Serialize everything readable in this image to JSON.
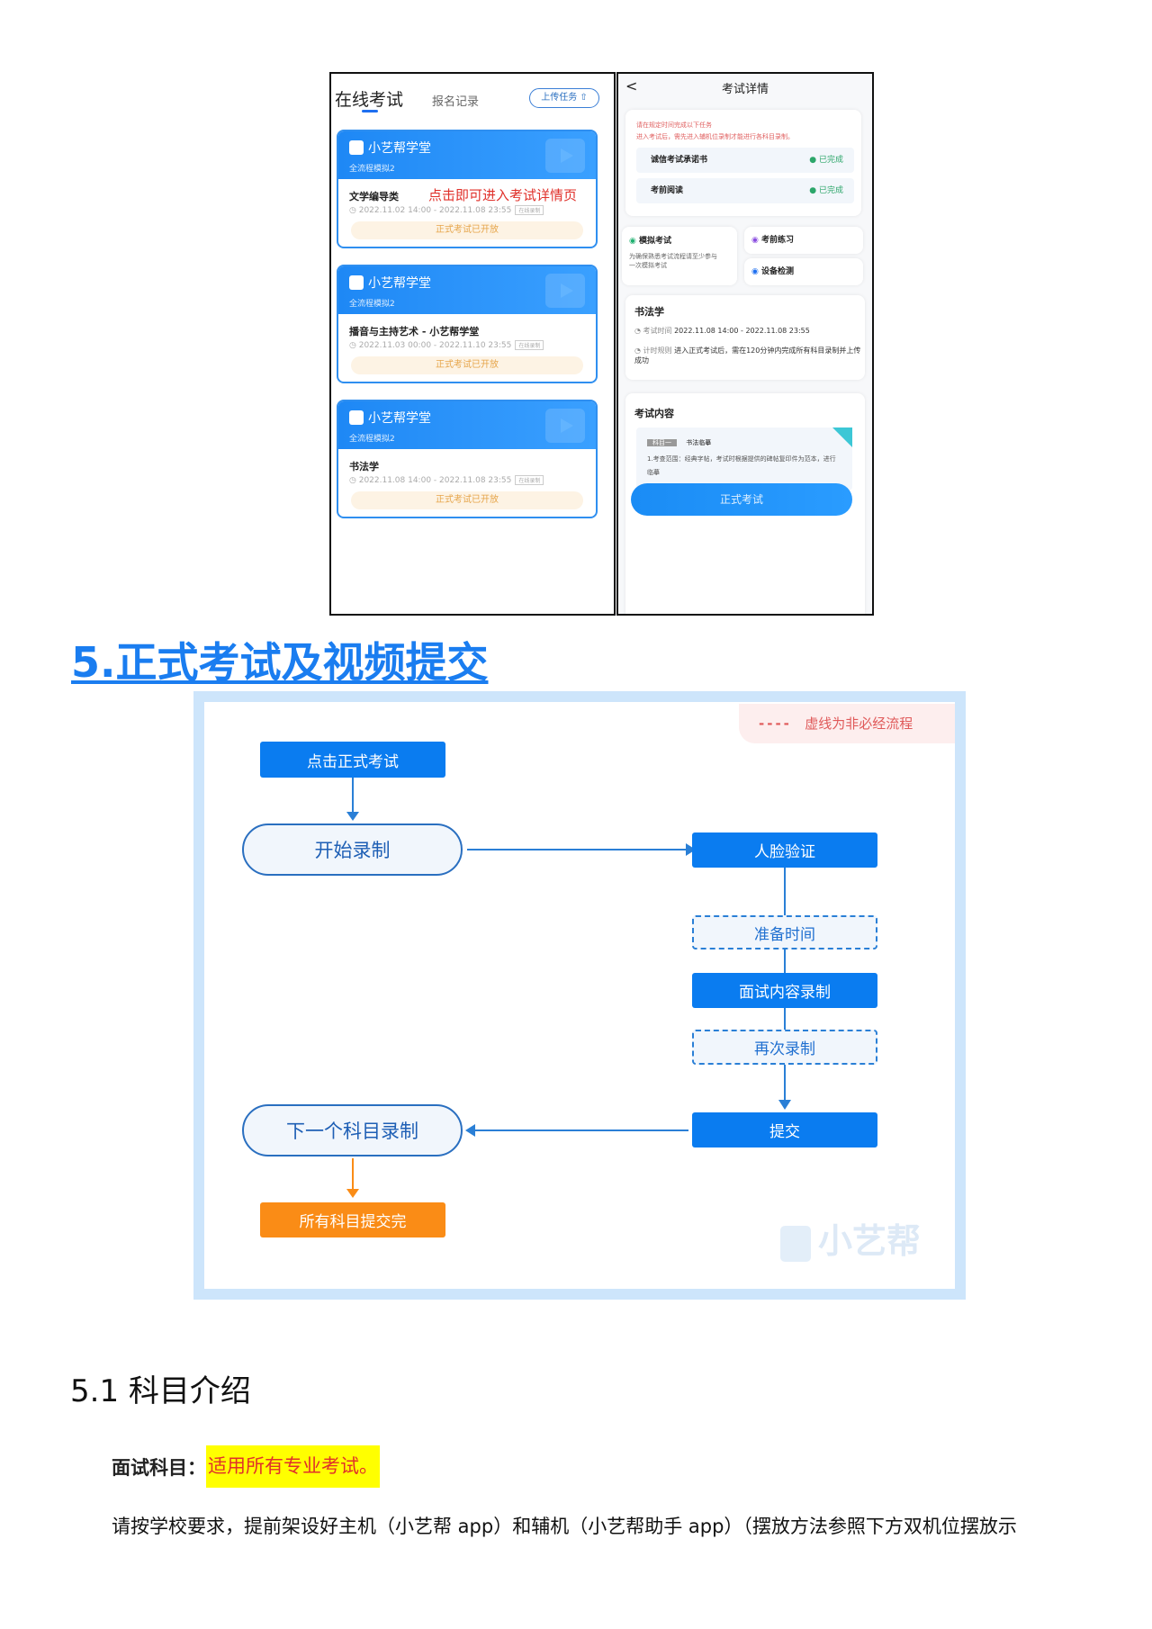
{
  "left_screen": {
    "tab_active": "在线考试",
    "tab_other": "报名记录",
    "upload_button": "上传任务",
    "annotation": "点击即可进入考试详情页",
    "cards": [
      {
        "brand": "小艺帮学堂",
        "subtitle": "全流程模拟2",
        "name": "文学编导类",
        "time": "2022.11.02 14:00 - 2022.11.08 23:55",
        "tag": "在线录制",
        "status": "正式考试已开放"
      },
      {
        "brand": "小艺帮学堂",
        "subtitle": "全流程模拟2",
        "name": "播音与主持艺术 - 小艺帮学堂",
        "time": "2022.11.03 00:00 - 2022.11.10 23:55",
        "tag": "在线录制",
        "status": "正式考试已开放"
      },
      {
        "brand": "小艺帮学堂",
        "subtitle": "全流程模拟2",
        "name": "书法学",
        "time": "2022.11.08 14:00 - 2022.11.08 23:55",
        "tag": "在线录制",
        "status": "正式考试已开放"
      }
    ]
  },
  "right_screen": {
    "title": "考试详情",
    "back": "<",
    "notice_1": "请在规定时间完成以下任务",
    "notice_2": "进入考试后，需先进入辅机位录制才能进行各科目录制。",
    "tasks": [
      {
        "label": "诚信考试承诺书",
        "status": "已完成"
      },
      {
        "label": "考前阅读",
        "status": "已完成"
      }
    ],
    "mock_exam": {
      "label": "模拟考试",
      "desc": "为确保熟悉考试流程请至少参与一次模拟考试"
    },
    "practice": "考前练习",
    "device_check": "设备检测",
    "subject": "书法学",
    "time_label": "考试时间",
    "time_value": "2022.11.08 14:00 - 2022.11.08 23:55",
    "rule_label": "计时规则",
    "rule_value": "进入正式考试后，需在120分钟内完成所有科目录制并上传成功",
    "content_title": "考试内容",
    "subject_tag": "科目一",
    "subject_name": "书法临摹",
    "content_desc": "1.考查范围：经典字帖，考试时根据提供的碑帖复印件为范本，进行临摹",
    "start_button": "正式考试"
  },
  "section_heading": "5.正式考试及视频提交",
  "flow": {
    "legend": "虚线为非必经流程",
    "nodes": {
      "click": "点击正式考试",
      "start": "开始录制",
      "face": "人脸验证",
      "prep": "准备时间",
      "record": "面试内容录制",
      "retry": "再次录制",
      "submit": "提交",
      "next": "下一个科目录制",
      "done": "所有科目提交完"
    },
    "watermark": "小艺帮"
  },
  "subsection_heading": "5.1 科目介绍",
  "subject_line": {
    "label": "面试科目：",
    "value": "适用所有专业考试。"
  },
  "paragraph": "请按学校要求，提前架设好主机（小艺帮 app）和辅机（小艺帮助手 app）（摆放方法参照下方双机位摆放示",
  "colors": {
    "primary": "#0a7cf0",
    "orange": "#fa8c16",
    "highlight": "#ffff00",
    "red": "#e0302a"
  }
}
